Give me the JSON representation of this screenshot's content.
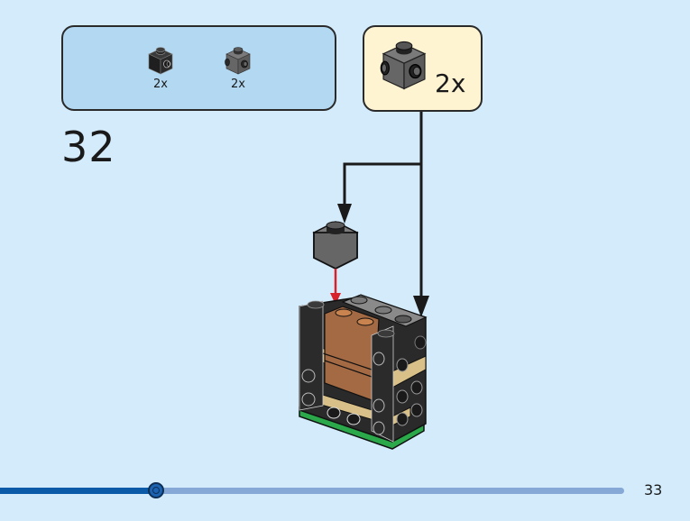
{
  "step": {
    "number": "32"
  },
  "parts_list": {
    "items": [
      {
        "name": "brick-1x1-black-single-side-stud",
        "color": "#1f1f1f",
        "quantity": "2x"
      },
      {
        "name": "brick-1x1-dark-gray-two-side-studs",
        "color": "#6b6b6b",
        "quantity": "2x"
      }
    ]
  },
  "callout": {
    "part": "brick-1x1-dark-gray-two-side-studs",
    "quantity": "2x"
  },
  "page": {
    "number": "33",
    "progress_percent": 25
  },
  "colors": {
    "background": "#d3ebfb",
    "parts_box": "#b2d8f2",
    "callout_box": "#fff4d2",
    "progress_fill": "#0a5aa8",
    "progress_track": "#86a8d6",
    "arrow_red": "#d8202a"
  }
}
